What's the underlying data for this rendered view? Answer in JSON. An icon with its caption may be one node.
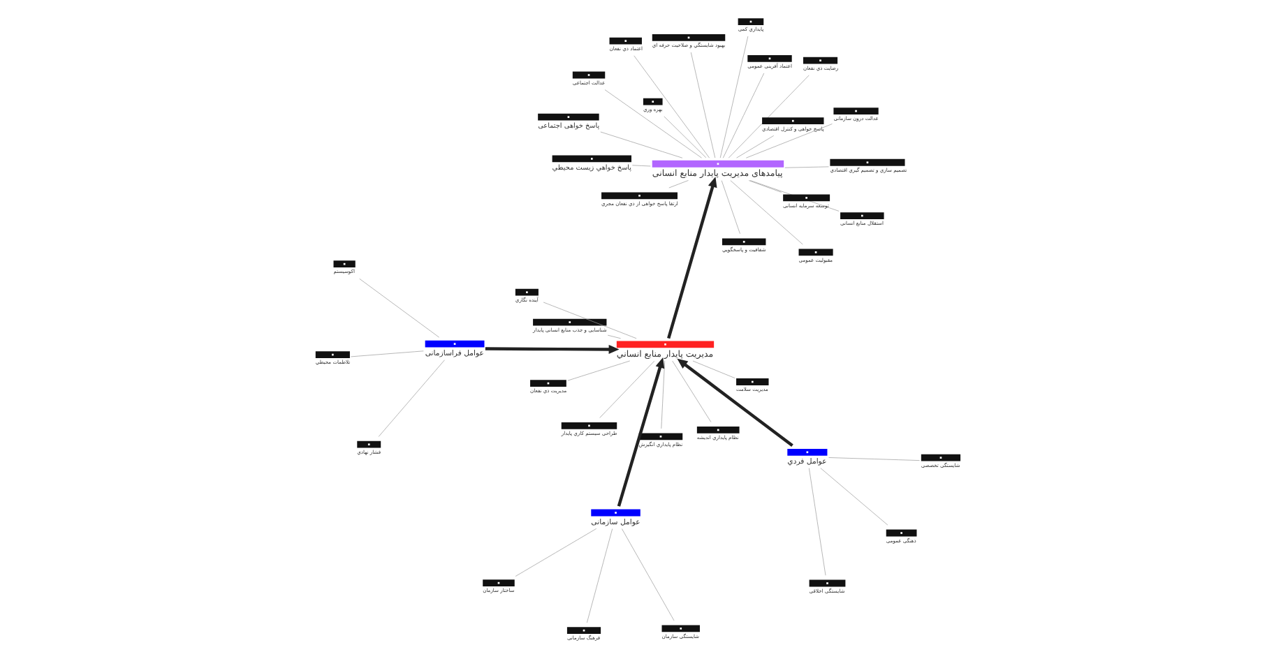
{
  "diagram": {
    "nodes": [
      {
        "text": [
          "مديريت پايدار منابع انساني"
        ]
      },
      {
        "text": [
          "پیامدهای مدیریت پایدار منابع انسانی"
        ]
      },
      {
        "text": [
          "عوامل فراسازمانی"
        ]
      },
      {
        "text": [
          "عوامل سازمانی"
        ]
      },
      {
        "text": [
          "عوامل فردي"
        ]
      },
      {
        "text": [
          "اکوسیستم"
        ]
      },
      {
        "text": [
          "تلاطمات محیطي"
        ]
      },
      {
        "text": [
          "فشار نهادي"
        ]
      },
      {
        "text": [
          "ساختار سازمان"
        ]
      },
      {
        "text": [
          "شایستگی سازمان"
        ]
      },
      {
        "text": [
          "فرهنگ سازمانی"
        ]
      },
      {
        "text": [
          "شایستگی اخلاقی"
        ]
      },
      {
        "text": [
          "ذهنگی عمومی"
        ]
      },
      {
        "text": [
          "شایستگی تخصصی"
        ]
      },
      {
        "text": [
          "شناسایی و جذب منابع انسانی پایدار"
        ]
      },
      {
        "text": [
          "نظام پایداري اندیشه"
        ]
      },
      {
        "text": [
          "مدیریت سلامت"
        ]
      },
      {
        "text": [
          "آینده نگاري"
        ]
      },
      {
        "text": [
          "مدیریت ذي نفعان"
        ]
      },
      {
        "text": [
          "طراحی سیستم کاري پایدار"
        ]
      },
      {
        "text": [
          "نظام پایداري انگیزش"
        ]
      },
      {
        "text": [
          "پاسخ خواهي زیست محیطي"
        ]
      },
      {
        "text": [
          "اعتماد آفرینی عمومی"
        ]
      },
      {
        "text": [
          "رضایت ذي نفعان"
        ]
      },
      {
        "text": [
          "اعتماد ذي نفعان"
        ]
      },
      {
        "text": [
          "مقبولیت عمومی"
        ]
      },
      {
        "text": [
          "تصمیم سازي و تصمیم گیري اقتصادي"
        ]
      },
      {
        "text": [
          "پاسخ خواهی اجتماعی"
        ]
      },
      {
        "text": [
          "شفافیت و پاسخگویي"
        ]
      },
      {
        "text": [
          "استقلال منابع انسانی"
        ]
      },
      {
        "text": [
          "بهبود شایستگي و صلاحیت حرفه اي"
        ]
      },
      {
        "text": [
          "پاسخ خواهی و کنترل اقتصادي"
        ]
      },
      {
        "text": [
          "ارتقا پاسخ خواهی از ذي نفعان مجري"
        ]
      },
      {
        "text": [
          "عدالت اجتماعی"
        ]
      },
      {
        "text": [
          "عدالت درون سازمانی"
        ]
      },
      {
        "text": [
          "توسعه سرمایه انسانی"
        ]
      },
      {
        "text": [
          "بهره وري"
        ]
      },
      {
        "text": [
          "پایداري کمی"
        ]
      }
    ],
    "edges": [
      {
        "from": 2,
        "to": 0,
        "arrow": "to",
        "style": "thick",
        "color": "#222222"
      },
      {
        "from": 3,
        "to": 0,
        "arrow": "to",
        "style": "thick",
        "color": "#222222"
      },
      {
        "from": 4,
        "to": 0,
        "arrow": "to",
        "style": "thick",
        "color": "#222222"
      },
      {
        "from": 0,
        "to": 1,
        "arrow": "to",
        "style": "thick",
        "color": "#222222"
      },
      {
        "from": 2,
        "to": 5,
        "arrow": "none"
      },
      {
        "from": 2,
        "to": 6,
        "arrow": "none"
      },
      {
        "from": 2,
        "to": 7,
        "arrow": "none"
      },
      {
        "from": 3,
        "to": 8,
        "arrow": "none"
      },
      {
        "from": 3,
        "to": 9,
        "arrow": "none"
      },
      {
        "from": 3,
        "to": 10,
        "arrow": "none"
      },
      {
        "from": 4,
        "to": 11,
        "arrow": "none"
      },
      {
        "from": 4,
        "to": 12,
        "arrow": "none"
      },
      {
        "from": 4,
        "to": 13,
        "arrow": "none"
      },
      {
        "from": 0,
        "to": 14,
        "arrow": "none"
      },
      {
        "from": 0,
        "to": 15,
        "arrow": "none"
      },
      {
        "from": 0,
        "to": 16,
        "arrow": "none"
      },
      {
        "from": 0,
        "to": 17,
        "arrow": "none"
      },
      {
        "from": 0,
        "to": 18,
        "arrow": "none"
      },
      {
        "from": 0,
        "to": 19,
        "arrow": "none"
      },
      {
        "from": 0,
        "to": 20,
        "arrow": "none"
      },
      {
        "from": 1,
        "to": 21,
        "arrow": "none"
      },
      {
        "from": 1,
        "to": 22,
        "arrow": "none"
      },
      {
        "from": 1,
        "to": 23,
        "arrow": "none"
      },
      {
        "from": 1,
        "to": 24,
        "arrow": "none"
      },
      {
        "from": 1,
        "to": 25,
        "arrow": "none"
      },
      {
        "from": 1,
        "to": 26,
        "arrow": "none"
      },
      {
        "from": 1,
        "to": 27,
        "arrow": "none"
      },
      {
        "from": 1,
        "to": 28,
        "arrow": "none"
      },
      {
        "from": 1,
        "to": 29,
        "arrow": "none"
      },
      {
        "from": 1,
        "to": 30,
        "arrow": "none"
      },
      {
        "from": 1,
        "to": 31,
        "arrow": "none"
      },
      {
        "from": 1,
        "to": 32,
        "arrow": "none"
      },
      {
        "from": 1,
        "to": 33,
        "arrow": "none"
      },
      {
        "from": 1,
        "to": 34,
        "arrow": "none"
      },
      {
        "from": 1,
        "to": 35,
        "arrow": "none"
      },
      {
        "from": 1,
        "to": 36,
        "arrow": "none"
      },
      {
        "from": 1,
        "to": 37,
        "arrow": "none"
      }
    ]
  }
}
